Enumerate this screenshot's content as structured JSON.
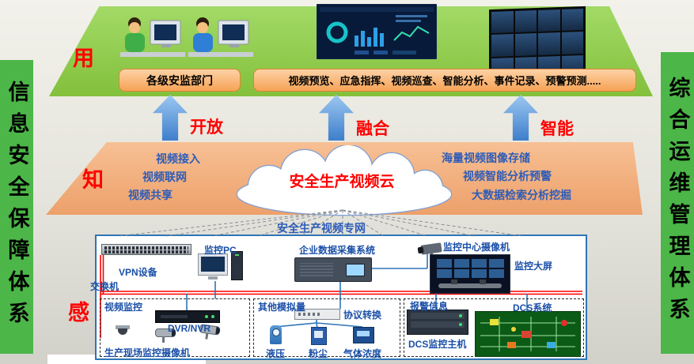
{
  "banners": {
    "left": "信息安全保障体系",
    "right": "综合运维管理体系"
  },
  "layer_labels": {
    "use": "用",
    "know": "知",
    "sense": "感"
  },
  "top_layer": {
    "dept_box": "各级安监部门",
    "functions_box": "视频预览、应急指挥、视频巡查、智能分析、事件记录、预警预测....."
  },
  "arrows": {
    "a1": "开放",
    "a2": "融合",
    "a3": "智能"
  },
  "cloud": {
    "title": "安全生产视频云",
    "left_items": [
      "视频接入",
      "视频联网",
      "视频共享"
    ],
    "right_items": [
      "海量视频图像存储",
      "视频智能分析预警",
      "大数据检索分析挖掘"
    ]
  },
  "network_label": "安全生产视频专网",
  "devices": {
    "vpn": "VPN设备",
    "switch": "交换机",
    "monitor_pc": "监控PC",
    "daq_system": "企业数据采集系统",
    "center_camera": "监控中心摄像机",
    "big_screen": "监控大屏"
  },
  "groups": {
    "video": {
      "title": "视频监控",
      "dvr": "DVR/NVR",
      "cameras": "生产现场监控摄像机"
    },
    "analog": {
      "title": "其他模拟量",
      "converter": "协议转换",
      "sensors": [
        "液压",
        "粉尘",
        "气体浓度"
      ]
    },
    "dcs": {
      "alarm": "报警信息",
      "system": "DCS系统",
      "host": "DCS监控主机"
    }
  },
  "colors": {
    "banner_green": "#4cb648",
    "platform_green": "#92d050",
    "band_orange": "#f4b183",
    "arrow_blue": "#4a8fd6",
    "accent_red": "#ff0000",
    "label_blue": "#1b50a8",
    "box_border_blue": "#2e75b6"
  }
}
